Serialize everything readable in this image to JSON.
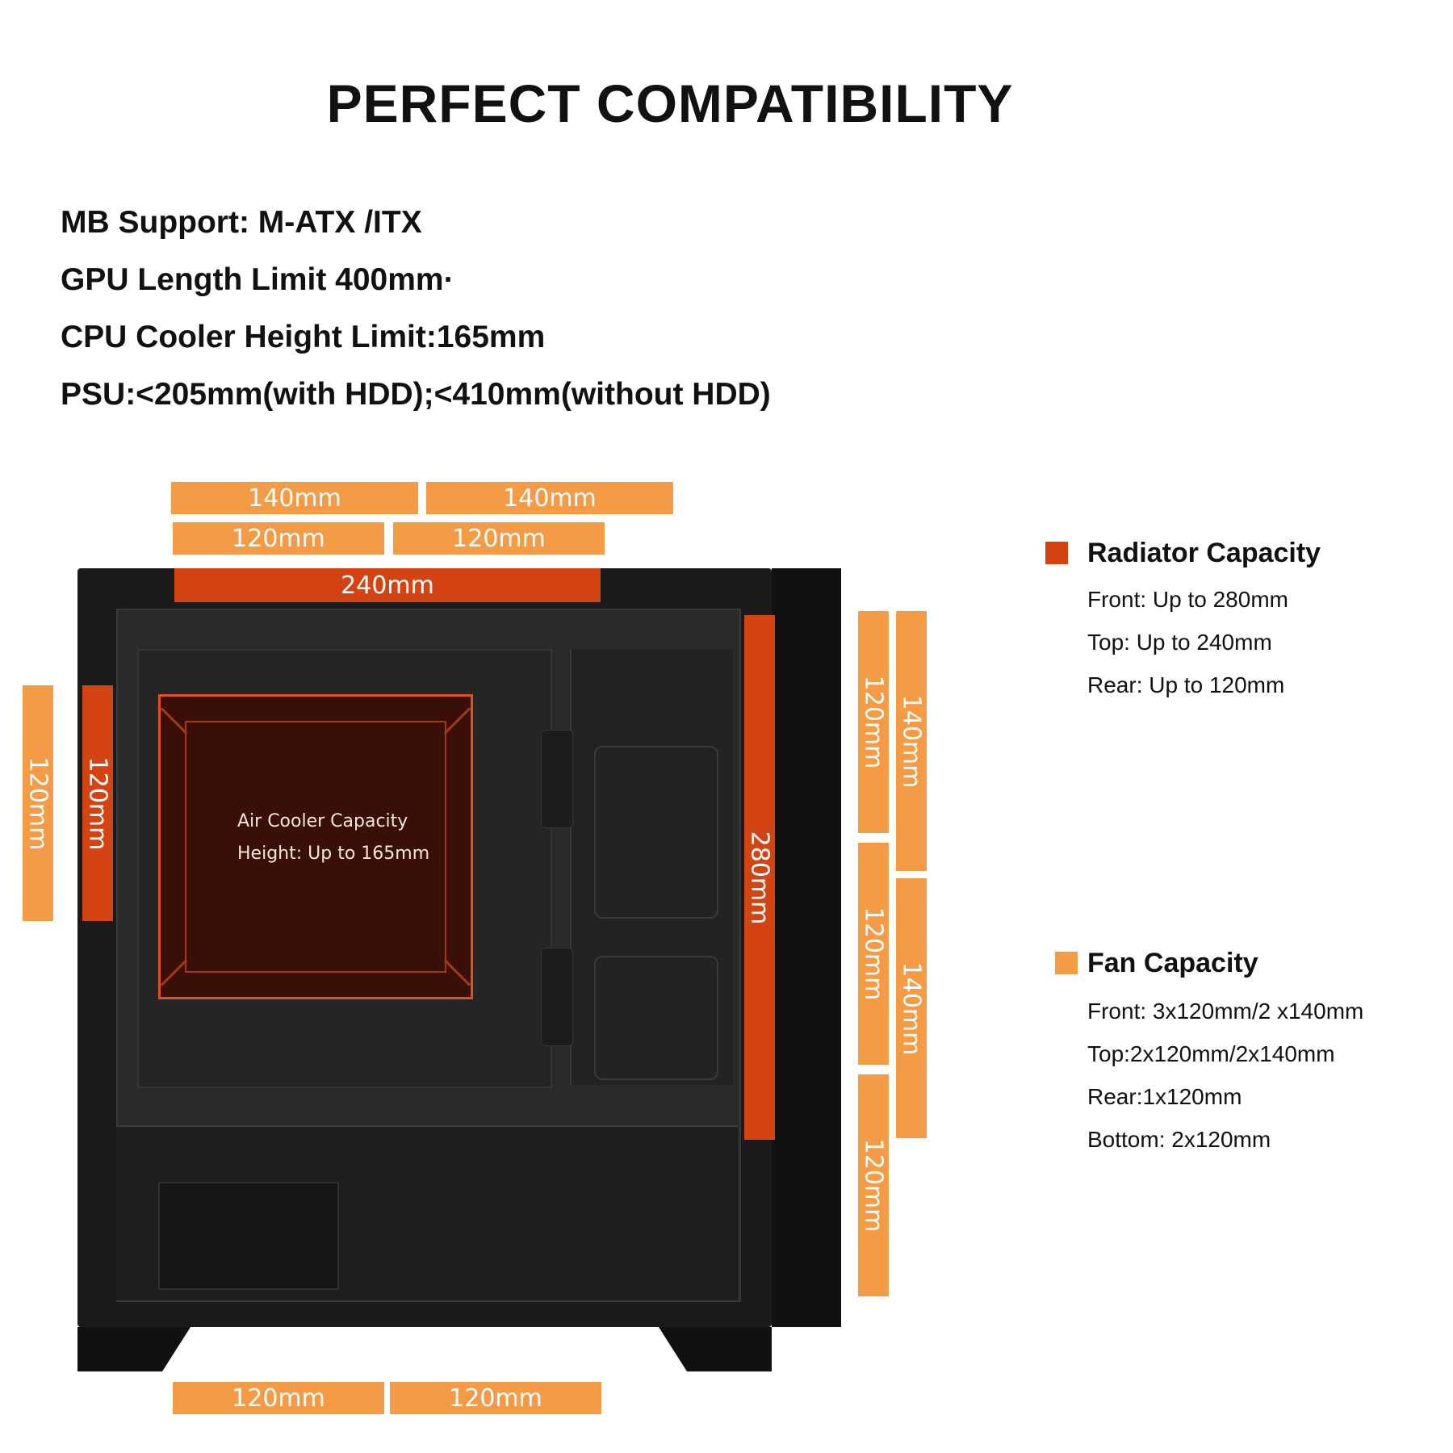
{
  "title": "PERFECT COMPATIBILITY",
  "specs": [
    "MB Support: M-ATX /ITX",
    "GPU Length Limit 400mm·",
    "CPU Cooler Height Limit:165mm",
    "PSU:<205mm(with HDD);<410mm(without HDD)"
  ],
  "colors": {
    "fan": "#f59a45",
    "radiator": "#d44412",
    "cooler_fill": "#3a0f07",
    "case": "#1a1a1a"
  },
  "labels": {
    "top_fan_140_a": "140mm",
    "top_fan_140_b": "140mm",
    "top_fan_120_a": "120mm",
    "top_fan_120_b": "120mm",
    "top_rad_240": "240mm",
    "rear_fan_120": "120mm",
    "rear_rad_120": "120mm",
    "front_rad_280": "280mm",
    "front_fan_120_a": "120mm",
    "front_fan_120_b": "120mm",
    "front_fan_120_c": "120mm",
    "front_fan_140_a": "140mm",
    "front_fan_140_b": "140mm",
    "bottom_fan_120_a": "120mm",
    "bottom_fan_120_b": "120mm"
  },
  "air_cooler": {
    "line1": "Air Cooler Capacity",
    "line2": "Height: Up to 165mm"
  },
  "radiator_legend": {
    "title": "Radiator Capacity",
    "lines": [
      "Front: Up to 280mm",
      "Top: Up to 240mm",
      "Rear: Up to 120mm"
    ]
  },
  "fan_legend": {
    "title": "Fan Capacity",
    "lines": [
      "Front: 3x120mm/2 x140mm",
      "Top:2x120mm/2x140mm",
      "Rear:1x120mm",
      "Bottom: 2x120mm"
    ]
  },
  "icons": {
    "case": "pc-case-illustration"
  }
}
